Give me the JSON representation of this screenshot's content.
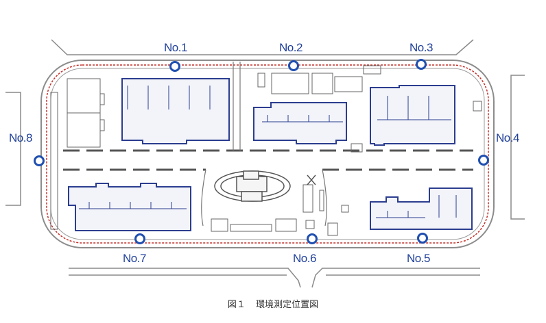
{
  "caption": {
    "figure": "図１",
    "title": "環境測定位置図"
  },
  "points": [
    {
      "id": "no1",
      "label": "No.1"
    },
    {
      "id": "no2",
      "label": "No.2"
    },
    {
      "id": "no3",
      "label": "No.3"
    },
    {
      "id": "no4",
      "label": "No.4"
    },
    {
      "id": "no5",
      "label": "No.5"
    },
    {
      "id": "no6",
      "label": "No.6"
    },
    {
      "id": "no7",
      "label": "No.7"
    },
    {
      "id": "no8",
      "label": "No.8"
    }
  ],
  "colors": {
    "marker": "#1f4fb0",
    "label": "#1f3f9a",
    "building": "#2b3d8f",
    "boundary": "#c2302a",
    "road": "#8a8a8a"
  }
}
